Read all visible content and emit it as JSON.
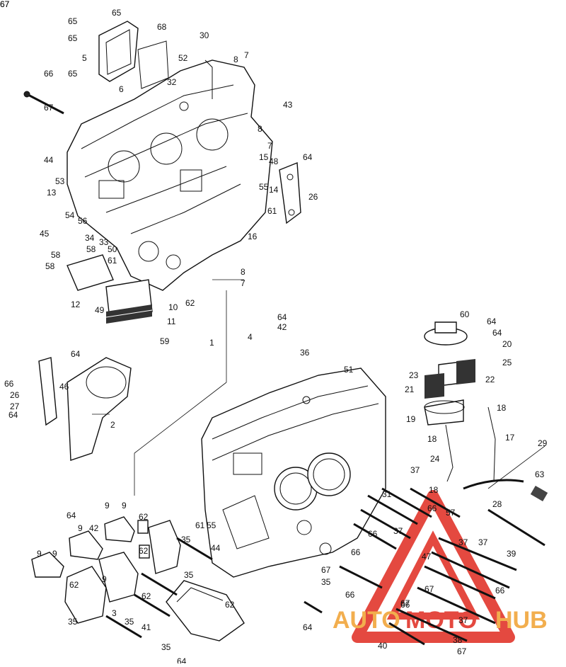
{
  "diagram": {
    "kind": "exploded parts diagram",
    "callouts": [
      "65",
      "65",
      "65",
      "65",
      "5",
      "6",
      "68",
      "30",
      "52",
      "32",
      "8",
      "7",
      "43",
      "66",
      "67",
      "8",
      "7",
      "44",
      "53",
      "13",
      "54",
      "56",
      "45",
      "34",
      "33",
      "15",
      "48",
      "55",
      "14",
      "61",
      "16",
      "64",
      "26",
      "58",
      "58",
      "58",
      "50",
      "61",
      "12",
      "49",
      "10",
      "11",
      "59",
      "62",
      "8",
      "7",
      "64",
      "42",
      "4",
      "1",
      "36",
      "51",
      "60",
      "64",
      "64",
      "20",
      "25",
      "23",
      "22",
      "21",
      "19",
      "18",
      "18",
      "17",
      "24",
      "29",
      "63",
      "28",
      "39",
      "64",
      "46",
      "66",
      "26",
      "27",
      "64",
      "2",
      "9",
      "9",
      "62",
      "61",
      "55",
      "37",
      "31",
      "18",
      "66",
      "57",
      "9",
      "9",
      "64",
      "9",
      "62",
      "35",
      "44",
      "66",
      "37",
      "66",
      "37",
      "37",
      "67",
      "47",
      "42",
      "9",
      "62",
      "62",
      "35",
      "35",
      "66",
      "66",
      "67",
      "41",
      "35",
      "62",
      "3",
      "35",
      "35",
      "64",
      "64",
      "66",
      "67",
      "37",
      "38",
      "40",
      "67",
      "67",
      "67"
    ]
  },
  "watermark": {
    "text": "AUTOMOTOHUB",
    "color_red": "#e02a1f",
    "color_orange": "#f0a030"
  },
  "colors": {
    "ink": "#111111",
    "paper": "#ffffff"
  }
}
